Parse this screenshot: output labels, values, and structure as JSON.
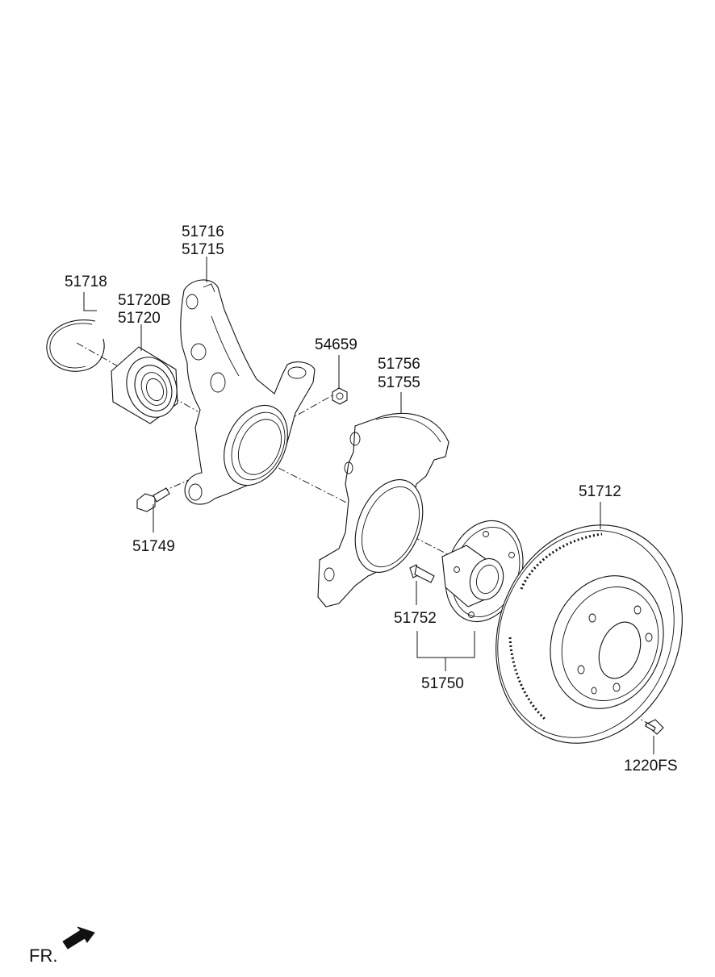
{
  "callouts": {
    "knuckle_a": "51716",
    "knuckle_b": "51715",
    "snap_ring": "51718",
    "bearing_a": "51720B",
    "bearing_b": "51720",
    "nut": "54659",
    "dust_cover_a": "51756",
    "dust_cover_b": "51755",
    "knuckle_bolt": "51749",
    "disc": "51712",
    "hub_bolt": "51752",
    "hub_assy": "51750",
    "disc_screw": "1220FS"
  },
  "direction": {
    "label": "FR."
  },
  "colors": {
    "line": "#111111",
    "background": "#ffffff"
  }
}
